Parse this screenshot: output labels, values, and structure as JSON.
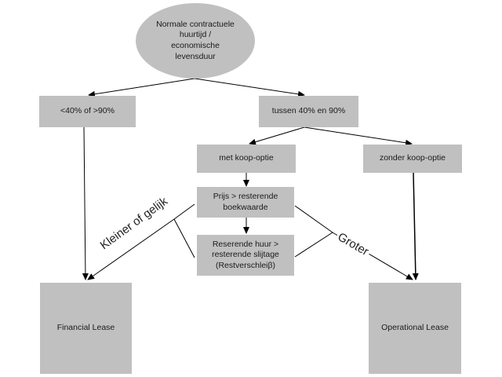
{
  "nodes": {
    "root_lines": [
      "Normale contractuele",
      "huurtijd /",
      "economische",
      "levensduur"
    ],
    "left_range": "<40% of >90%",
    "middle_range": "tussen 40% en 90%",
    "with_option": "met koop-optie",
    "without_option": "zonder koop-optie",
    "price_check": "Prijs > resterende boekwaarde",
    "rent_check": "Reserende huur > resterende slijtage (Restverschleiβ)",
    "financial_lease": "Financial Lease",
    "operational_lease": "Operational Lease"
  },
  "edge_labels": {
    "smaller_or_equal": "Kleiner of gelijk",
    "larger": "Groter"
  },
  "colors": {
    "node_fill": "#c0c0c0",
    "line": "#000000",
    "background": "#ffffff"
  }
}
